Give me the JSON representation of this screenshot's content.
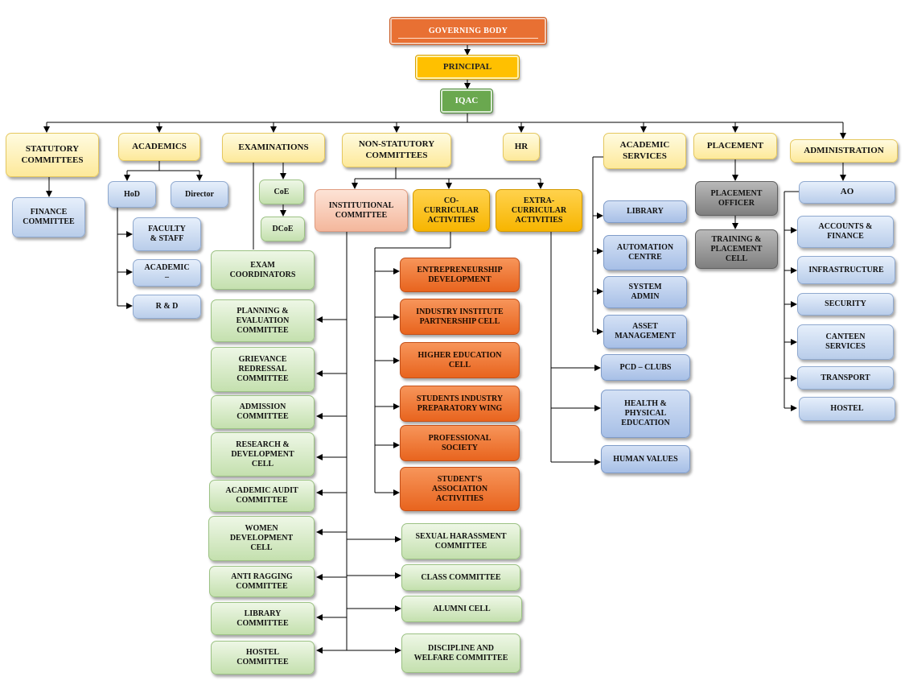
{
  "top": {
    "governing_body": "GOVERNING BODY",
    "principal": "PRINCIPAL",
    "iqac": "IQAC"
  },
  "level1": {
    "statutory": "STATUTORY\nCOMMITTEES",
    "academics": "ACADEMICS",
    "examinations": "EXAMINATIONS",
    "non_statutory": "NON-STATUTORY\nCOMMITTEES",
    "hr": "HR",
    "academic_services": "ACADEMIC\nSERVICES",
    "placement": "PLACEMENT",
    "administration": "ADMINISTRATION"
  },
  "statutory": {
    "finance": "FINANCE\nCOMMITTEE"
  },
  "academics": {
    "hod": "HoD",
    "director": "Director",
    "faculty": "FACULTY\n& STAFF",
    "academic": "ACADEMIC\n–",
    "rd": "R & D"
  },
  "examinations": {
    "coe": "CoE",
    "dcoe": "DCoE",
    "exam_coordinators": "EXAM\nCOORDINATORS"
  },
  "institutional": {
    "title": "INSTITUTIONAL\nCOMMITTEE",
    "left_items": [
      "PLANNING &\nEVALUATION\nCOMMITTEE",
      "GRIEVANCE\nREDRESSAL\nCOMMITTEE",
      "ADMISSION\nCOMMITTEE",
      "RESEARCH &\nDEVELOPMENT\nCELL",
      "ACADEMIC AUDIT\nCOMMITTEE",
      "WOMEN\nDEVELOPMENT\nCELL",
      "ANTI RAGGING\nCOMMITTEE",
      "LIBRARY\nCOMMITTEE",
      "HOSTEL\nCOMMITTEE"
    ],
    "right_items": [
      "SEXUAL HARASSMENT\nCOMMITTEE",
      "CLASS COMMITTEE",
      "ALUMNI CELL",
      "DISCIPLINE AND\nWELFARE COMMITTEE"
    ]
  },
  "co_curricular": {
    "title": "CO-\nCURRICULAR\nACTIVITIES",
    "items": [
      "ENTREPRENEURSHIP\nDEVELOPMENT",
      "INDUSTRY INSTITUTE\nPARTNERSHIP CELL",
      "HIGHER EDUCATION\nCELL",
      "STUDENTS INDUSTRY\nPREPARATORY WING",
      "PROFESSIONAL\nSOCIETY",
      "STUDENT'S\nASSOCIATION\nACTIVITIES"
    ]
  },
  "extra_curricular": {
    "title": "EXTRA-\nCURRICULAR\nACTIVITIES",
    "items": [
      "PCD – CLUBS",
      "HEALTH &\nPHYSICAL\nEDUCATION",
      "HUMAN VALUES"
    ]
  },
  "academic_services": {
    "items": [
      "LIBRARY",
      "AUTOMATION\nCENTRE",
      "SYSTEM\nADMIN",
      "ASSET\nMANAGEMENT"
    ]
  },
  "placement": {
    "officer": "PLACEMENT\nOFFICER",
    "training": "TRAINING &\nPLACEMENT\nCELL"
  },
  "administration": {
    "ao": "AO",
    "items": [
      "ACCOUNTS &\nFINANCE",
      "INFRASTRUCTURE",
      "SECURITY",
      "CANTEEN\nSERVICES",
      "TRANSPORT",
      "HOSTEL"
    ]
  },
  "colors": {
    "governing": "#e87033",
    "principal": "#ffc000",
    "iqac": "#6aa84f",
    "co_curricular_items": "#e8641e",
    "connector": "#000000"
  }
}
